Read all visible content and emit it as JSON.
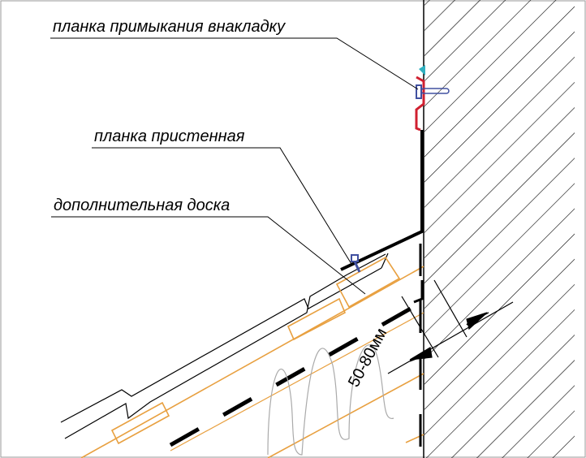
{
  "labels": {
    "overlap_strip": "планка примыкания внакладку",
    "wall_strip": "планка пристенная",
    "extra_board": "дополнительная доска"
  },
  "dimension": "50-80мм",
  "colors": {
    "line": "#000000",
    "board": "#e8a040",
    "flashing": "#d02030",
    "screw": "#4050a0",
    "sealant": "#30b0c0"
  }
}
